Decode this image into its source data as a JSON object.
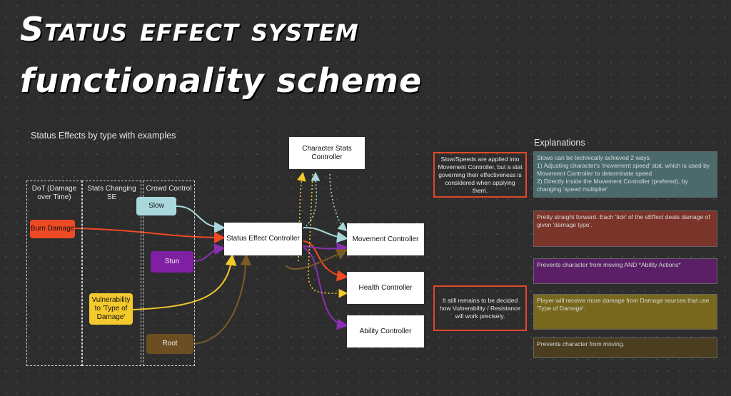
{
  "title": {
    "line1": "Status effect system",
    "line2": "functionality scheme"
  },
  "subtitle": "Status Effects by type with examples",
  "columns": [
    {
      "label": "DoT (Damage\nover Time)"
    },
    {
      "label": "Stats Changing\nSE"
    },
    {
      "label": "Crowd Control"
    }
  ],
  "effects": {
    "burn": "Burn Damage",
    "vulnerability": "Vulnerability\nto 'Type of\nDamage'",
    "slow": "Slow",
    "stun": "Stun",
    "root": "Root"
  },
  "controllers": {
    "stats": "Character Stats\nController",
    "status": "Status Effect Controller",
    "movement": "Movement Controller",
    "health": "Health Controller",
    "ability": "Ability Controller"
  },
  "notes": {
    "slow_note": "Slow/Speeds are applied into Movement Controller, but a stat governing their effectiveness is considered when applying them.",
    "vuln_note": "It still remains to be decided how Vulnerability / Resistance will work precisely."
  },
  "explanations": {
    "heading": "Explanations",
    "items": [
      {
        "text": "Slows can be technically achieved 2 ways.\n    1) Adjusting character's 'movement speed' stat, which is used by Movement Controller to determinate speed\n    2) Directly inside the Movement Controller (prefered), by changing 'speed multiplier'",
        "color": "#4a6a6c"
      },
      {
        "text": "Pretty straight forward. Each 'tick' of the sEffect deals damage of given 'damage type'.",
        "color": "#7b3429"
      },
      {
        "text": "Prevents character from moving AND *Ability Actions*",
        "color": "#5a1f66"
      },
      {
        "text": "Player will receive more damage from Damage sources that use 'Type of Damage'.",
        "color": "#77681d"
      },
      {
        "text": "Prevents character from moving.",
        "color": "#4a3d20"
      }
    ]
  },
  "colors": {
    "slow": "#a9d8dc",
    "burn": "#ef4a23",
    "stun": "#7f1fa3",
    "vulnerability": "#f4c92b",
    "root": "#6b4f22",
    "note_border": "#e0482b"
  }
}
